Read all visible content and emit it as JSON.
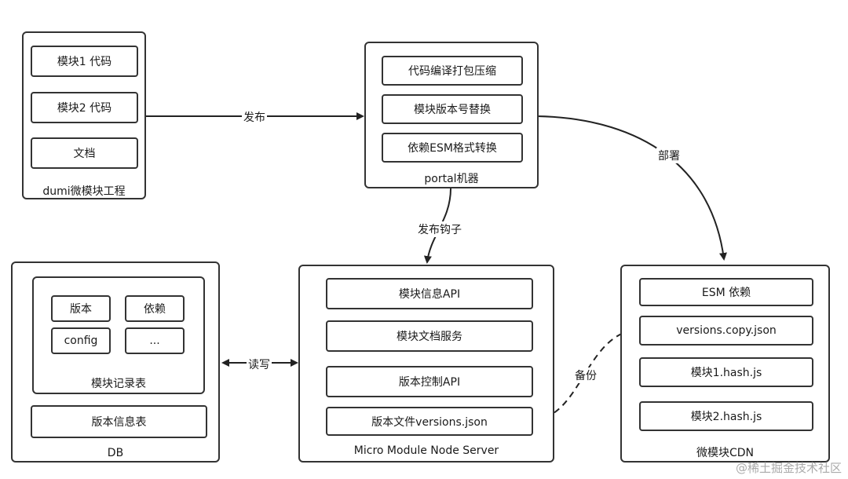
{
  "dumi": {
    "title": "dumi微模块工程",
    "items": [
      "模块1 代码",
      "模块2 代码",
      "文档"
    ]
  },
  "portal": {
    "title": "portal机器",
    "items": [
      "代码编译打包压缩",
      "模块版本号替换",
      "依赖ESM格式转换"
    ]
  },
  "db": {
    "title": "DB",
    "record_table": {
      "title": "模块记录表",
      "fields": [
        "版本",
        "依赖",
        "config",
        "..."
      ]
    },
    "version_table": "版本信息表"
  },
  "server": {
    "title": "Micro Module Node Server",
    "items": [
      "模块信息API",
      "模块文档服务",
      "版本控制API",
      "版本文件versions.json"
    ]
  },
  "cdn": {
    "title": "微模块CDN",
    "items": [
      "ESM 依赖",
      "versions.copy.json",
      "模块1.hash.js",
      "模块2.hash.js"
    ]
  },
  "edges": {
    "publish": "发布",
    "deploy": "部署",
    "publish_hook": "发布钩子",
    "read_write": "读写",
    "backup": "备份"
  },
  "watermark": "@稀土掘金技术社区"
}
